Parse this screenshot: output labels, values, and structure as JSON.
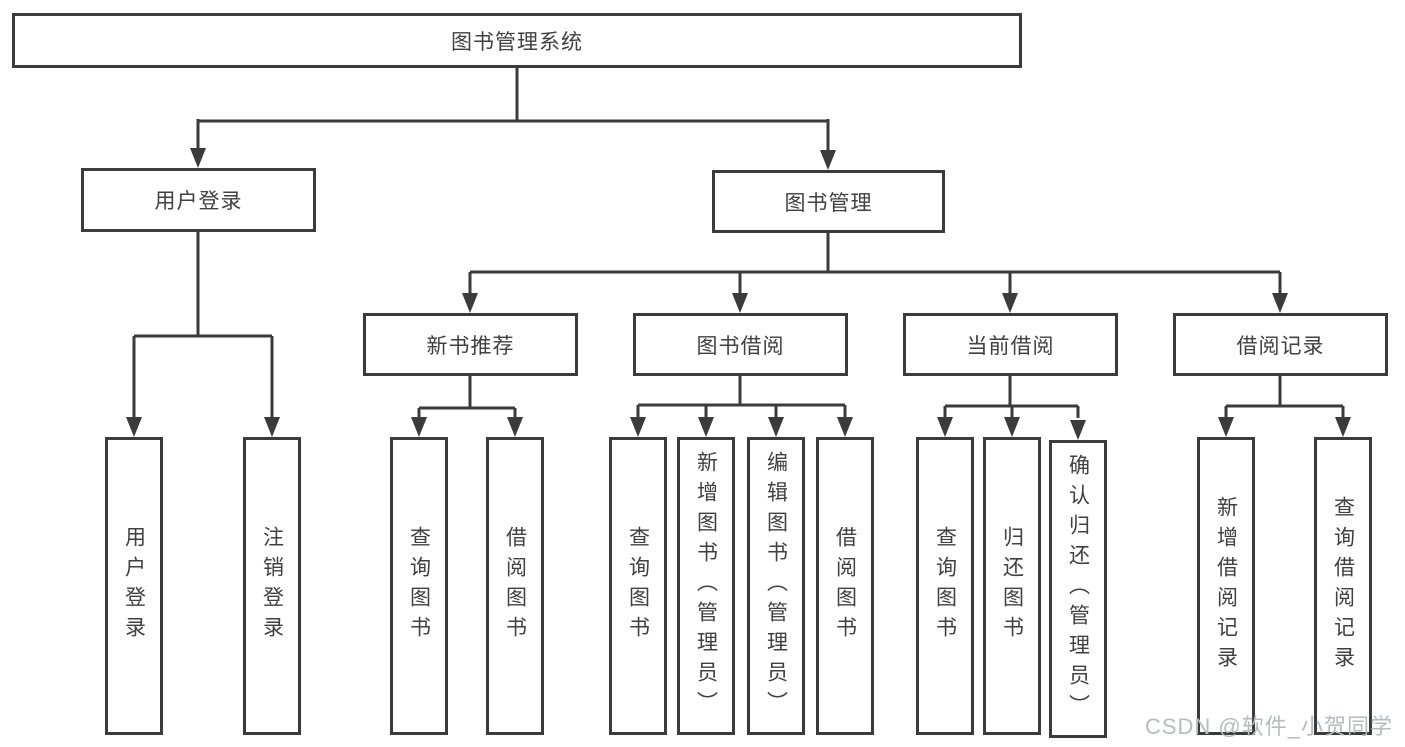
{
  "tree": {
    "root": {
      "label": "图书管理系统"
    },
    "children": [
      {
        "label": "用户登录",
        "children": [
          {
            "label": "用户登录"
          },
          {
            "label": "注销登录"
          }
        ]
      },
      {
        "label": "图书管理",
        "children": [
          {
            "label": "新书推荐",
            "children": [
              {
                "label": "查询图书"
              },
              {
                "label": "借阅图书"
              }
            ]
          },
          {
            "label": "图书借阅",
            "children": [
              {
                "label": "查询图书"
              },
              {
                "label": "新增图书（管理员）"
              },
              {
                "label": "编辑图书（管理员）"
              },
              {
                "label": "借阅图书"
              }
            ]
          },
          {
            "label": "当前借阅",
            "children": [
              {
                "label": "查询图书"
              },
              {
                "label": "归还图书"
              },
              {
                "label": "确认归还（管理员）"
              }
            ]
          },
          {
            "label": "借阅记录",
            "children": [
              {
                "label": "新增借阅记录"
              },
              {
                "label": "查询借阅记录"
              }
            ]
          }
        ]
      }
    ]
  },
  "watermark": {
    "text": "CSDN @软件_小贺同学"
  },
  "colors": {
    "line": "#3b3b3b",
    "text": "#404040",
    "background": "#ffffff",
    "watermark": "#b7babe"
  }
}
